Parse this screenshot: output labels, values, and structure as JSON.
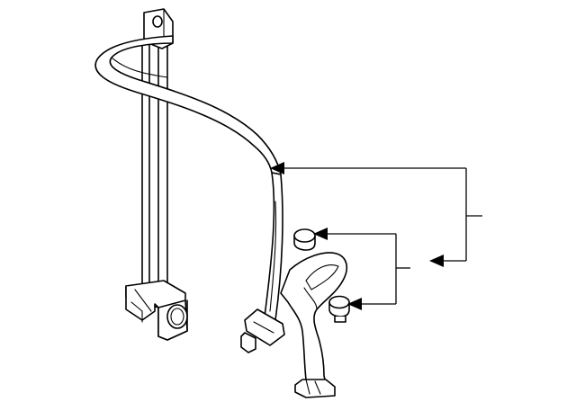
{
  "diagram": {
    "type": "parts-diagram",
    "parts": [
      {
        "id": "seat-belt-retractor-assembly",
        "icon": "seat-belt-icon"
      },
      {
        "id": "buckle-anchor",
        "icon": "buckle-icon"
      },
      {
        "id": "upper-cap",
        "icon": "cap-icon"
      },
      {
        "id": "lower-cap",
        "icon": "cap-icon"
      }
    ],
    "colors": {
      "line": "#000000",
      "background": "#ffffff"
    }
  }
}
